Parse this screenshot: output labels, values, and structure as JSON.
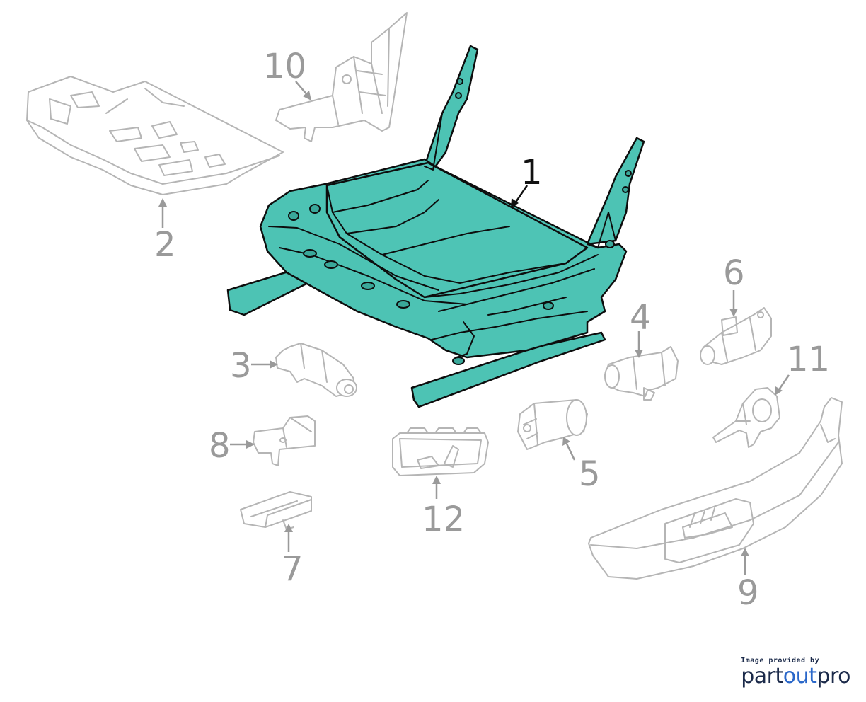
{
  "callouts": [
    {
      "id": "1",
      "label": "1",
      "active": true
    },
    {
      "id": "2",
      "label": "2"
    },
    {
      "id": "3",
      "label": "3"
    },
    {
      "id": "4",
      "label": "4"
    },
    {
      "id": "5",
      "label": "5"
    },
    {
      "id": "6",
      "label": "6"
    },
    {
      "id": "7",
      "label": "7"
    },
    {
      "id": "8",
      "label": "8"
    },
    {
      "id": "9",
      "label": "9"
    },
    {
      "id": "10",
      "label": "10"
    },
    {
      "id": "11",
      "label": "11"
    },
    {
      "id": "12",
      "label": "12"
    }
  ],
  "credit": {
    "caption": "Image provided by",
    "logo_part": "part",
    "logo_out": "out",
    "logo_pro": "pro"
  },
  "colors": {
    "highlight": "#4dc3b4",
    "outline": "#b5b5b5",
    "callout_text": "#9a9a9a",
    "brand_dark": "#1b2a4a",
    "brand_blue": "#2a67c9"
  }
}
